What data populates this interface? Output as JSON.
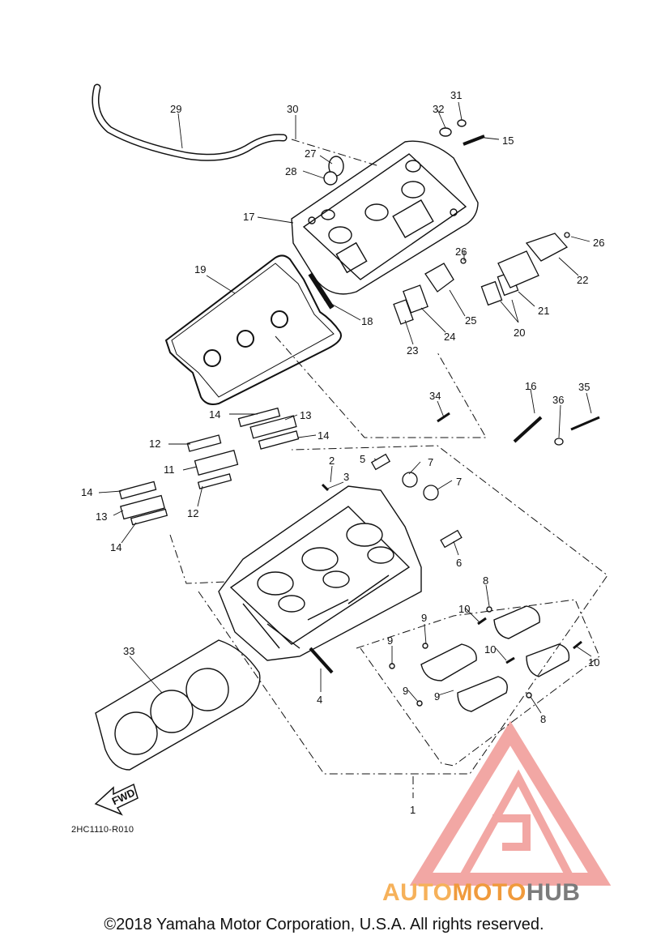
{
  "diagram": {
    "callouts": {
      "p1": "1",
      "p2": "2",
      "p3": "3",
      "p4": "4",
      "p5": "5",
      "p6": "6",
      "p7a": "7",
      "p7b": "7",
      "p8a": "8",
      "p8b": "8",
      "p9a": "9",
      "p9b": "9",
      "p9c": "9",
      "p9d": "9",
      "p10a": "10",
      "p10b": "10",
      "p10c": "10",
      "p11": "11",
      "p12a": "12",
      "p12b": "12",
      "p13a": "13",
      "p13b": "13",
      "p14a": "14",
      "p14b": "14",
      "p14c": "14",
      "p14d": "14",
      "p15": "15",
      "p16": "16",
      "p17": "17",
      "p18": "18",
      "p19": "19",
      "p20": "20",
      "p21": "21",
      "p22": "22",
      "p23": "23",
      "p24": "24",
      "p25": "25",
      "p26a": "26",
      "p26b": "26",
      "p27": "27",
      "p28": "28",
      "p29": "29",
      "p30": "30",
      "p31": "31",
      "p32": "32",
      "p33": "33",
      "p34": "34",
      "p35": "35",
      "p36": "36"
    },
    "fwd_label": "FWD",
    "diagram_code": "2HC1110-R010",
    "copyright": "©2018 Yamaha Motor Corporation, U.S.A. All rights reserved."
  },
  "watermark": {
    "brand_auto": "AUTO",
    "brand_moto": "MOTO",
    "brand_hub": "HUB",
    "colors": {
      "auto": "#f6b15a",
      "moto": "#f09a3c",
      "hub": "#7b7b7b",
      "logo": "#e8615a"
    }
  }
}
